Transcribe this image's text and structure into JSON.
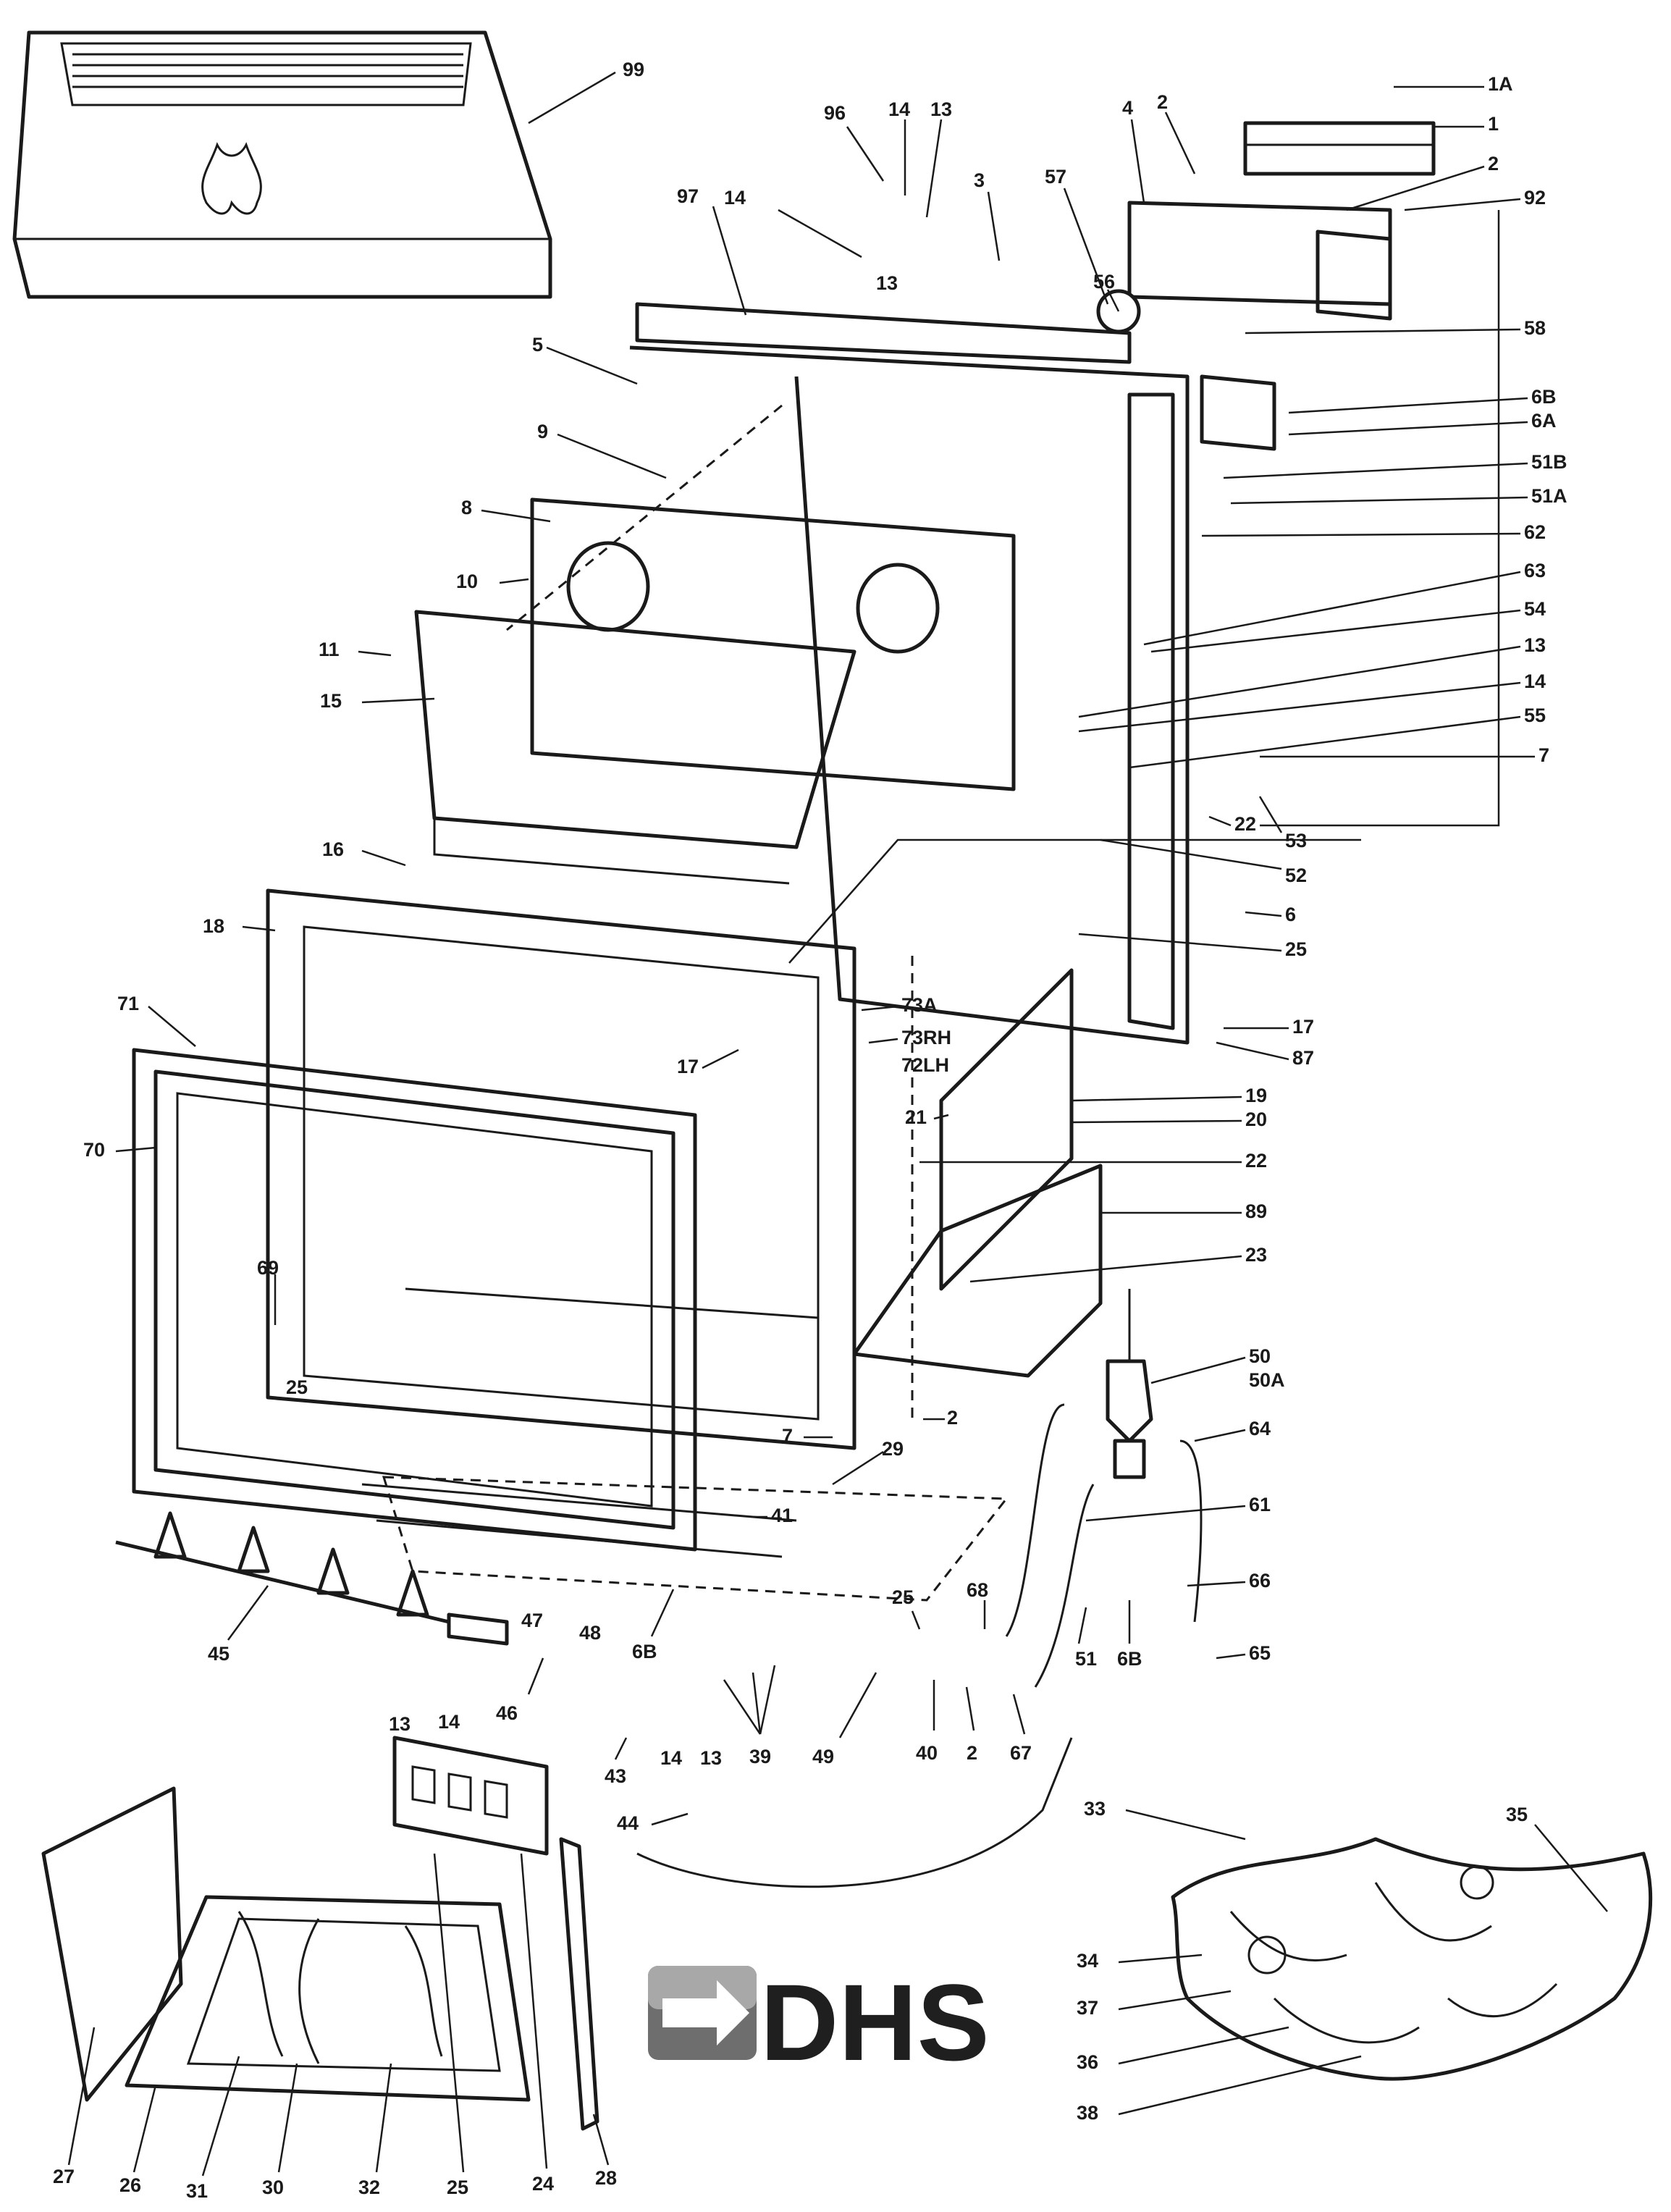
{
  "diagram": {
    "labels": [
      "99",
      "96",
      "14",
      "13",
      "97",
      "14",
      "13",
      "3",
      "57",
      "4",
      "2",
      "1A",
      "1",
      "2",
      "92",
      "56",
      "58",
      "5",
      "6B",
      "6A",
      "9",
      "51B",
      "51A",
      "8",
      "62",
      "10",
      "63",
      "54",
      "11",
      "13",
      "15",
      "14",
      "55",
      "7",
      "22",
      "53",
      "52",
      "16",
      "6",
      "25",
      "18",
      "73A",
      "73RH",
      "72LH",
      "71",
      "17",
      "17",
      "87",
      "21",
      "19",
      "20",
      "22",
      "70",
      "89",
      "23",
      "69",
      "25",
      "50",
      "50A",
      "2",
      "64",
      "7",
      "29",
      "61",
      "41",
      "66",
      "68",
      "25",
      "45",
      "47",
      "48",
      "51",
      "6B",
      "65",
      "13",
      "14",
      "46",
      "6B",
      "39",
      "49",
      "40",
      "2",
      "67",
      "43",
      "14",
      "13",
      "44",
      "33",
      "35",
      "34",
      "37",
      "36",
      "38",
      "27",
      "26",
      "31",
      "30",
      "32",
      "25",
      "24",
      "28"
    ]
  },
  "logo": {
    "text": "DHS",
    "colors": {
      "dark": "#1f1f1f",
      "mid": "#6e6e6e",
      "light": "#c8c8c8"
    }
  }
}
